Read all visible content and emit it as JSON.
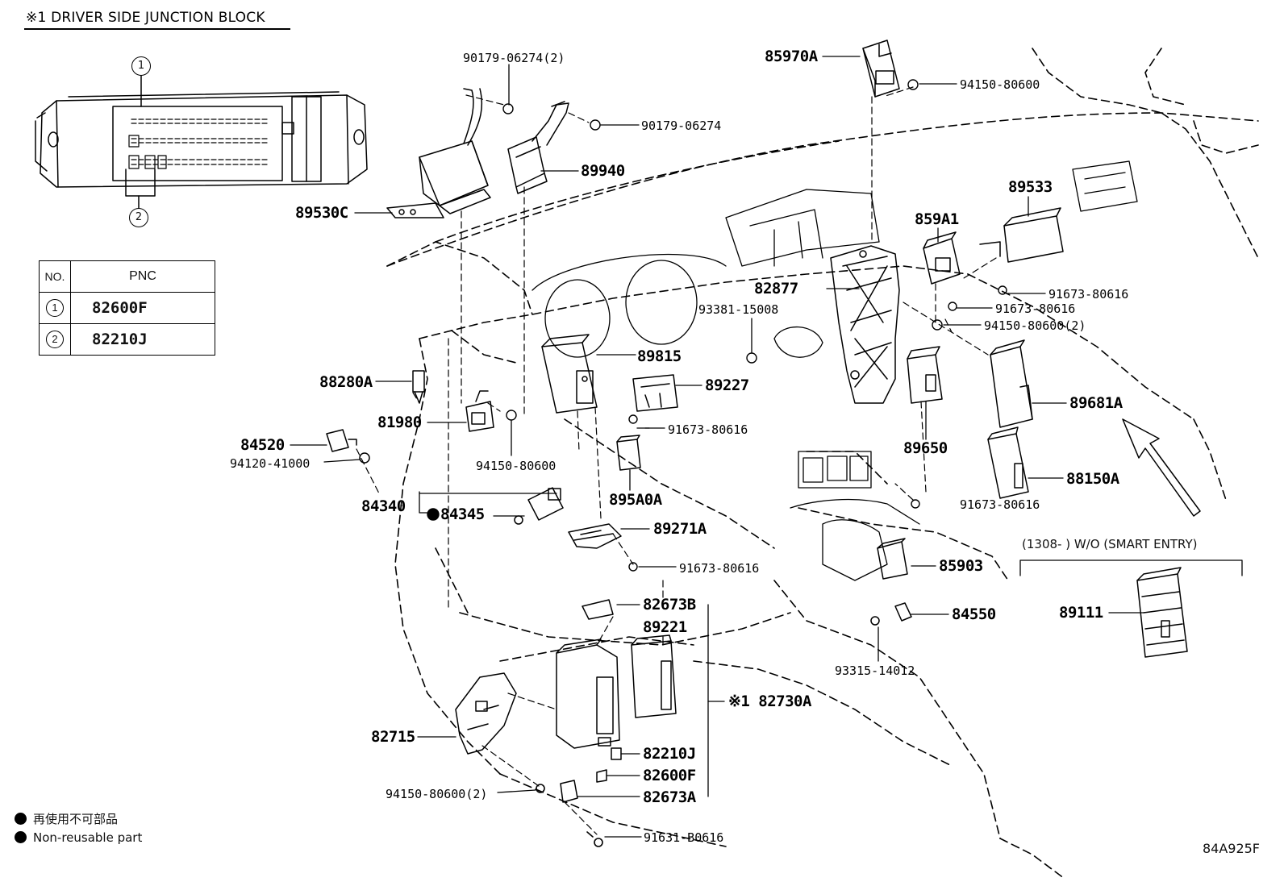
{
  "header": {
    "title": "※1  DRIVER SIDE JUNCTION BLOCK"
  },
  "callouts": {
    "c1": "1",
    "c2": "2"
  },
  "table": {
    "headers": [
      "NO.",
      "PNC"
    ],
    "rows": [
      {
        "no": "1",
        "pnc": "82600F"
      },
      {
        "no": "2",
        "pnc": "82210J"
      }
    ]
  },
  "labels": {
    "p90179_06274_2": "90179-06274(2)",
    "p90179_06274": "90179-06274",
    "p89940": "89940",
    "p89530C": "89530C",
    "p85970A": "85970A",
    "p94150_80600_top": "94150-80600",
    "p89533": "89533",
    "p859A1": "859A1",
    "p82877": "82877",
    "p93381_15008": "93381-15008",
    "p91673_80616_a": "91673-80616",
    "p91673_80616_b": "91673-80616",
    "p94150_80600_2": "94150-80600(2)",
    "p89815": "89815",
    "p89227": "89227",
    "p88280A": "88280A",
    "p81980": "81980",
    "p84520": "84520",
    "p94120_41000": "94120-41000",
    "p91673_80616_c": "91673-80616",
    "p94150_80600_mid": "94150-80600",
    "p89681A": "89681A",
    "p89650": "89650",
    "p88150A": "88150A",
    "p895A0A": "895A0A",
    "p84340": "84340",
    "p84345": "84345",
    "p91673_80616_d": "91673-80616",
    "p89271A": "89271A",
    "p91673_80616_e": "91673-80616",
    "p85903": "85903",
    "p82673B": "82673B",
    "p89221": "89221",
    "p84550": "84550",
    "p93315_14012": "93315-14012",
    "p89111": "89111",
    "p82730A": "※1 82730A",
    "p82715": "82715",
    "p82210J": "82210J",
    "p82600F": "82600F",
    "p94150_80600_bottom": "94150-80600(2)",
    "p82673A": "82673A",
    "p91631_B0616": "91631-B0616"
  },
  "variant_note": "(1308-        ) W/O (SMART ENTRY)",
  "legend": {
    "jp": "再使用不可部品",
    "en": "Non-reusable part"
  },
  "diagram_code": "84A925F"
}
